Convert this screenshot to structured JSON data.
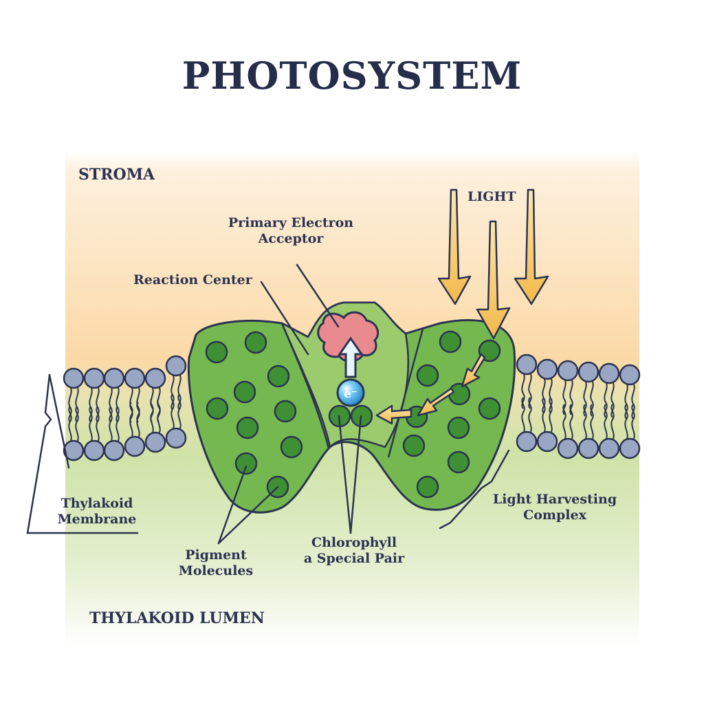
{
  "title": "PHOTOSYSTEM",
  "regions": {
    "stroma": "STROMA",
    "lumen": "THYLAKOID LUMEN"
  },
  "labels": {
    "light": "LIGHT",
    "primary_acceptor_line1": "Primary Electron",
    "primary_acceptor_line2": "Acceptor",
    "reaction_center": "Reaction Center",
    "thylakoid_membrane_line1": "Thylakoid",
    "thylakoid_membrane_line2": "Membrane",
    "pigment_line1": "Pigment",
    "pigment_line2": "Molecules",
    "chlorophyll_line1": "Chlorophyll",
    "chlorophyll_line2": "a Special Pair",
    "lhc_line1": "Light Harvesting",
    "lhc_line2": "Complex",
    "electron": "e⁻"
  },
  "colors": {
    "stroma_bg": "#fbd9a6",
    "lumen_bg": "#cfe3a8",
    "protein_green": "#5fa83e",
    "protein_dark": "#2e6a22",
    "pigment_green": "#3f8f34",
    "lipid_head": "#9aa7c4",
    "light_arrow": "#f3b84a",
    "acceptor_pink": "#e88a8e",
    "electron_blue": "#2f9fe0",
    "outline": "#2b3350"
  }
}
